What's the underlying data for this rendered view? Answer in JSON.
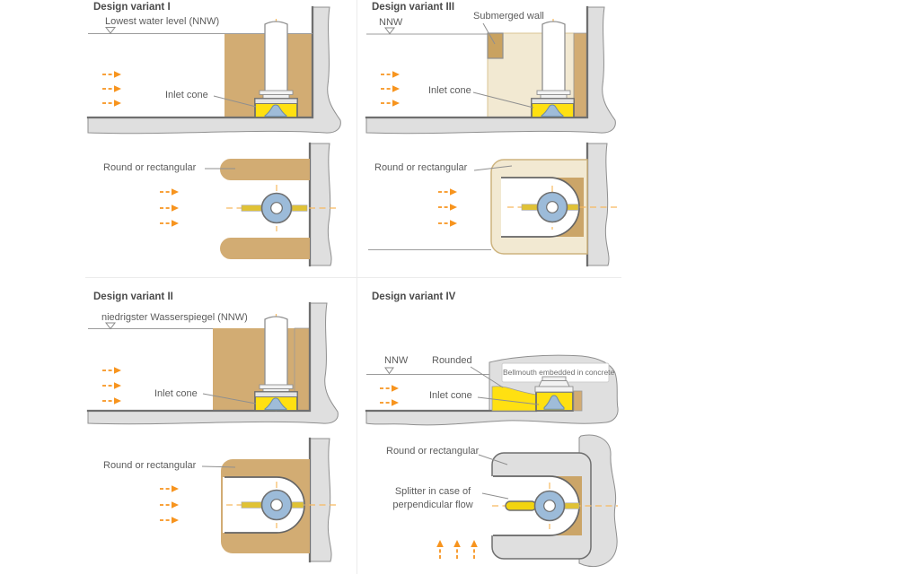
{
  "palette": {
    "water_tan": "#D2AC73",
    "water_tan_light": "#F2E9D2",
    "back_fill_tan": "#CBA568",
    "concrete_gray": "#DFDFDF",
    "concrete_edge": "#8F8F8F",
    "floor_edge": "#6F6F6F",
    "inlet_yellow": "#FFE011",
    "guide_vane_yellow": "#E0C235",
    "splitter_yellow": "#F2D410",
    "pump_blue": "#9CBBD9",
    "bell_blue": "#9FBCD8",
    "flow_arrow_orange": "#F7941E",
    "centerline_orange": "#F6B95F",
    "label_text": "#5C5C5C",
    "title_text": "#4B4B4B",
    "divider": "#ECECEC"
  },
  "variants": {
    "v1": {
      "title": "Design variant I",
      "water_label": "Lowest water level (NNW)",
      "inlet_label": "Inlet cone",
      "plan_label": "Round or rectangular"
    },
    "v2": {
      "title": "Design variant II",
      "water_label": "niedrigster Wasserspiegel (NNW)",
      "inlet_label": "Inlet cone",
      "plan_label": "Round or rectangular"
    },
    "v3": {
      "title": "Design variant III",
      "nnw_label": "NNW",
      "submerged_wall_label": "Submerged wall",
      "inlet_label": "Inlet cone",
      "plan_label": "Round or rectangular"
    },
    "v4": {
      "title": "Design variant IV",
      "nnw_label": "NNW",
      "rounded_label": "Rounded",
      "bellmouth_label": "Bellmouth embedded in concrete",
      "inlet_label": "Inlet cone",
      "plan_label": "Round or rectangular",
      "splitter_label_line1": "Splitter in case of",
      "splitter_label_line2": "perpendicular flow"
    }
  }
}
